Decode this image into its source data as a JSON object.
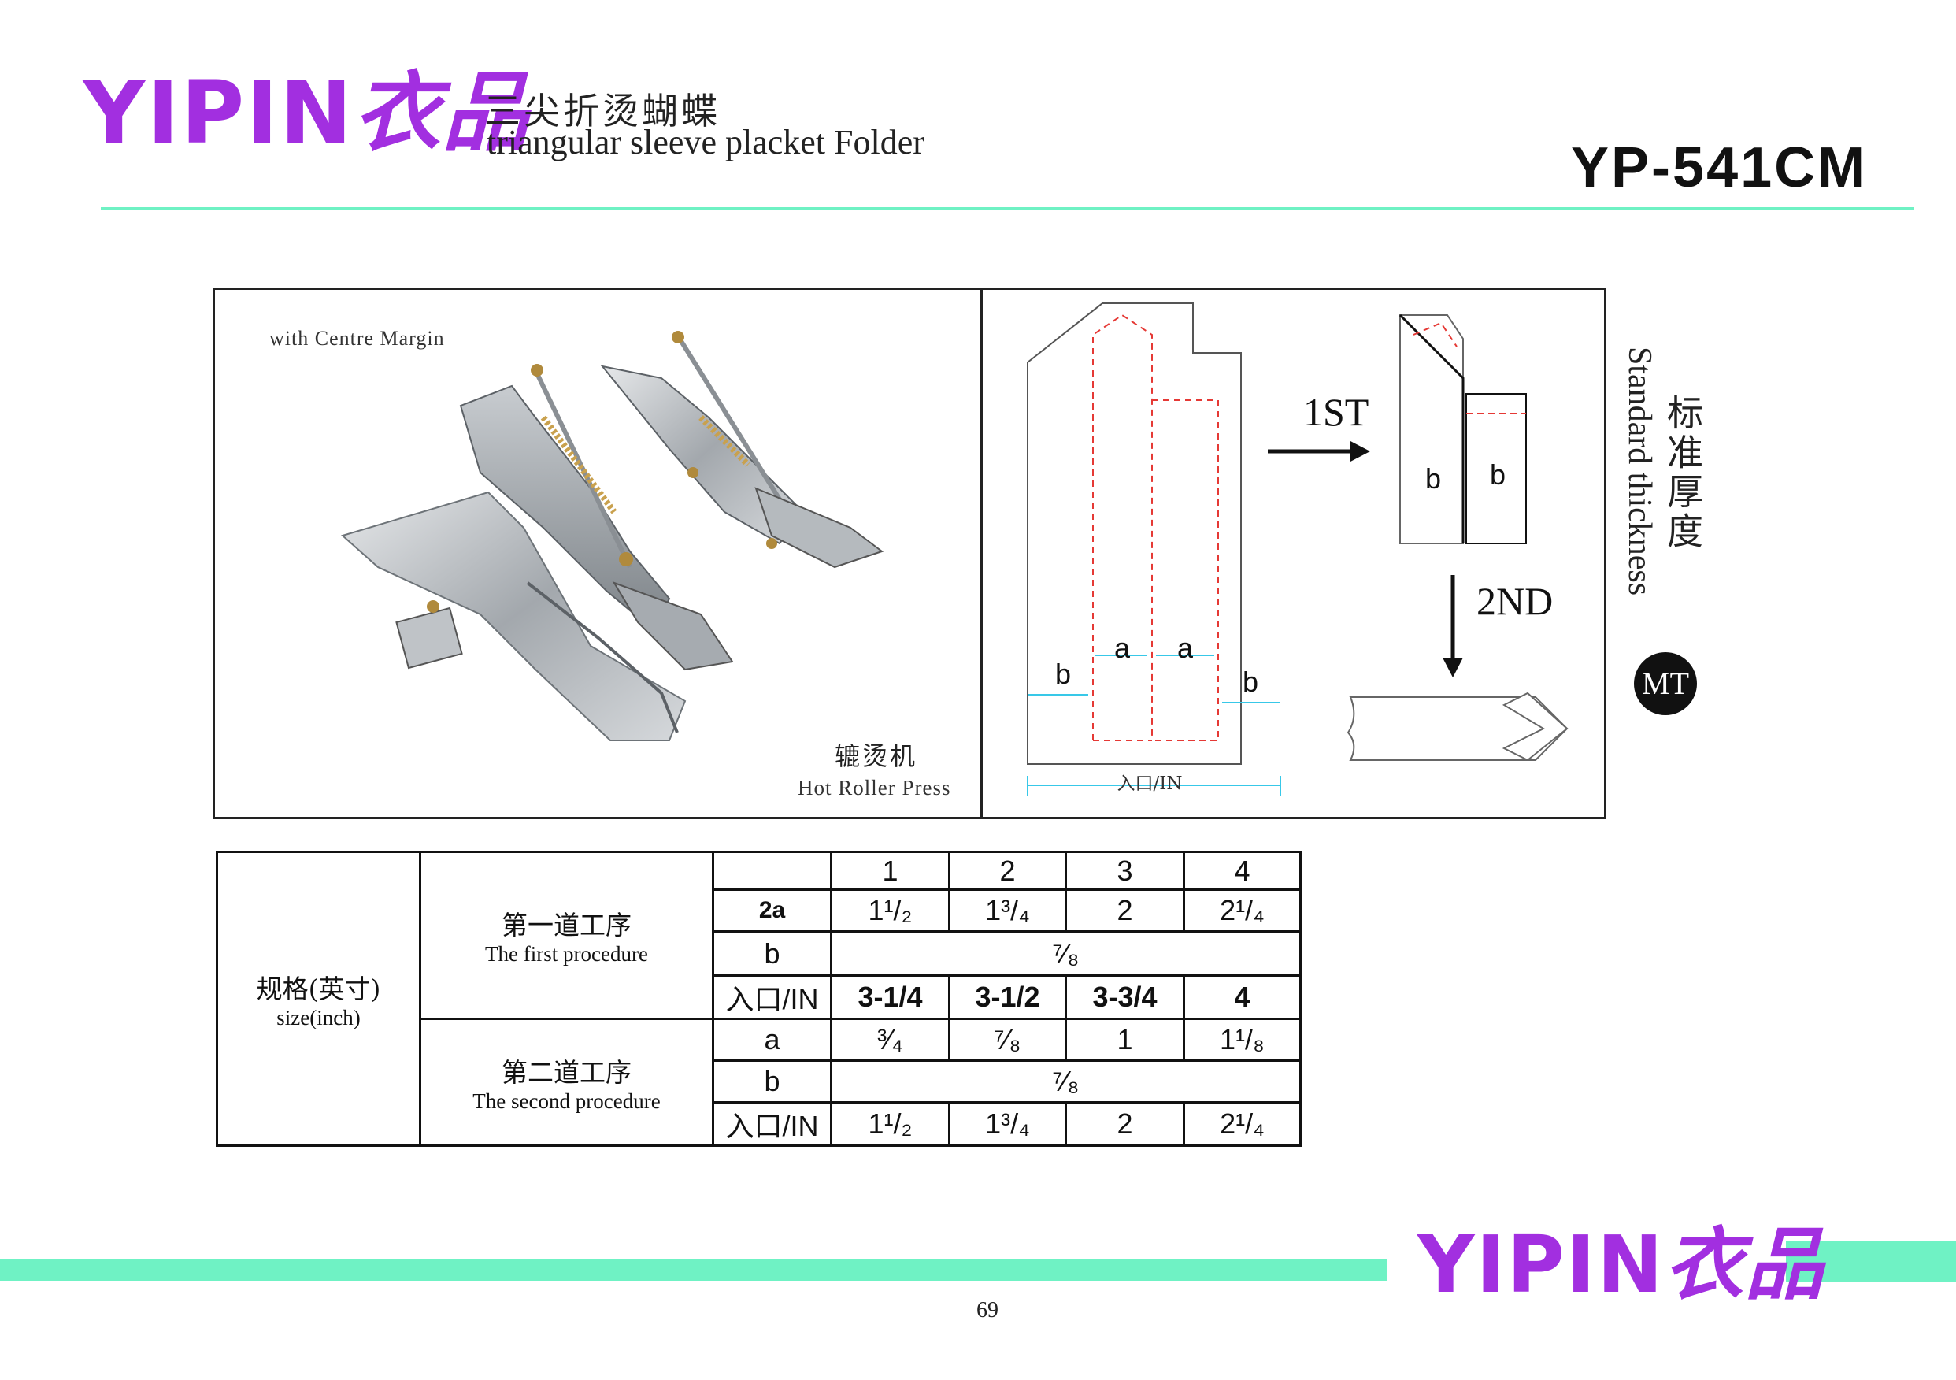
{
  "header": {
    "brand_latin": "YIPIN",
    "brand_cn": "衣品",
    "title_cn": "三尖折烫蝴蝶",
    "title_en": "triangular sleeve placket Folder",
    "model": "YP-541CM"
  },
  "photo_panel": {
    "caption_top": "with Centre Margin",
    "caption_cn": "辘烫机",
    "caption_en": "Hot Roller Press"
  },
  "diagram": {
    "label_a": "a",
    "label_b": "b",
    "step1": "1ST",
    "step2": "2ND",
    "inlet": "入口/IN"
  },
  "side_note": {
    "cn": "标准厚度",
    "en": "Standard thickness",
    "badge": "MT"
  },
  "spec_table": {
    "size_cn": "规格(英寸)",
    "size_en": "size(inch)",
    "columns": [
      "1",
      "2",
      "3",
      "4"
    ],
    "first": {
      "cn": "第一道工序",
      "en": "The first procedure",
      "row_2a_label": "2a",
      "row_2a": [
        "1¹/₂",
        "1³/₄",
        "2",
        "2¹/₄"
      ],
      "row_b_label": "b",
      "row_b": "⁷⁄₈",
      "row_in_label": "入口/IN",
      "row_in": [
        "3-1/4",
        "3-1/2",
        "3-3/4",
        "4"
      ]
    },
    "second": {
      "cn": "第二道工序",
      "en": "The second procedure",
      "row_a_label": "a",
      "row_a": [
        "³⁄₄",
        "⁷⁄₈",
        "1",
        "1¹/₈"
      ],
      "row_b_label": "b",
      "row_b": "⁷⁄₈",
      "row_in_label": "入口/IN",
      "row_in": [
        "1¹/₂",
        "1³/₄",
        "2",
        "2¹/₄"
      ]
    }
  },
  "footer": {
    "brand_latin": "YIPIN",
    "brand_cn": "衣品",
    "page_number": "69"
  },
  "colors": {
    "brand": "#a22fe0",
    "accent_line": "#6ff2c4",
    "dim_line": "#38c8e8",
    "fold_line": "#e53935"
  }
}
